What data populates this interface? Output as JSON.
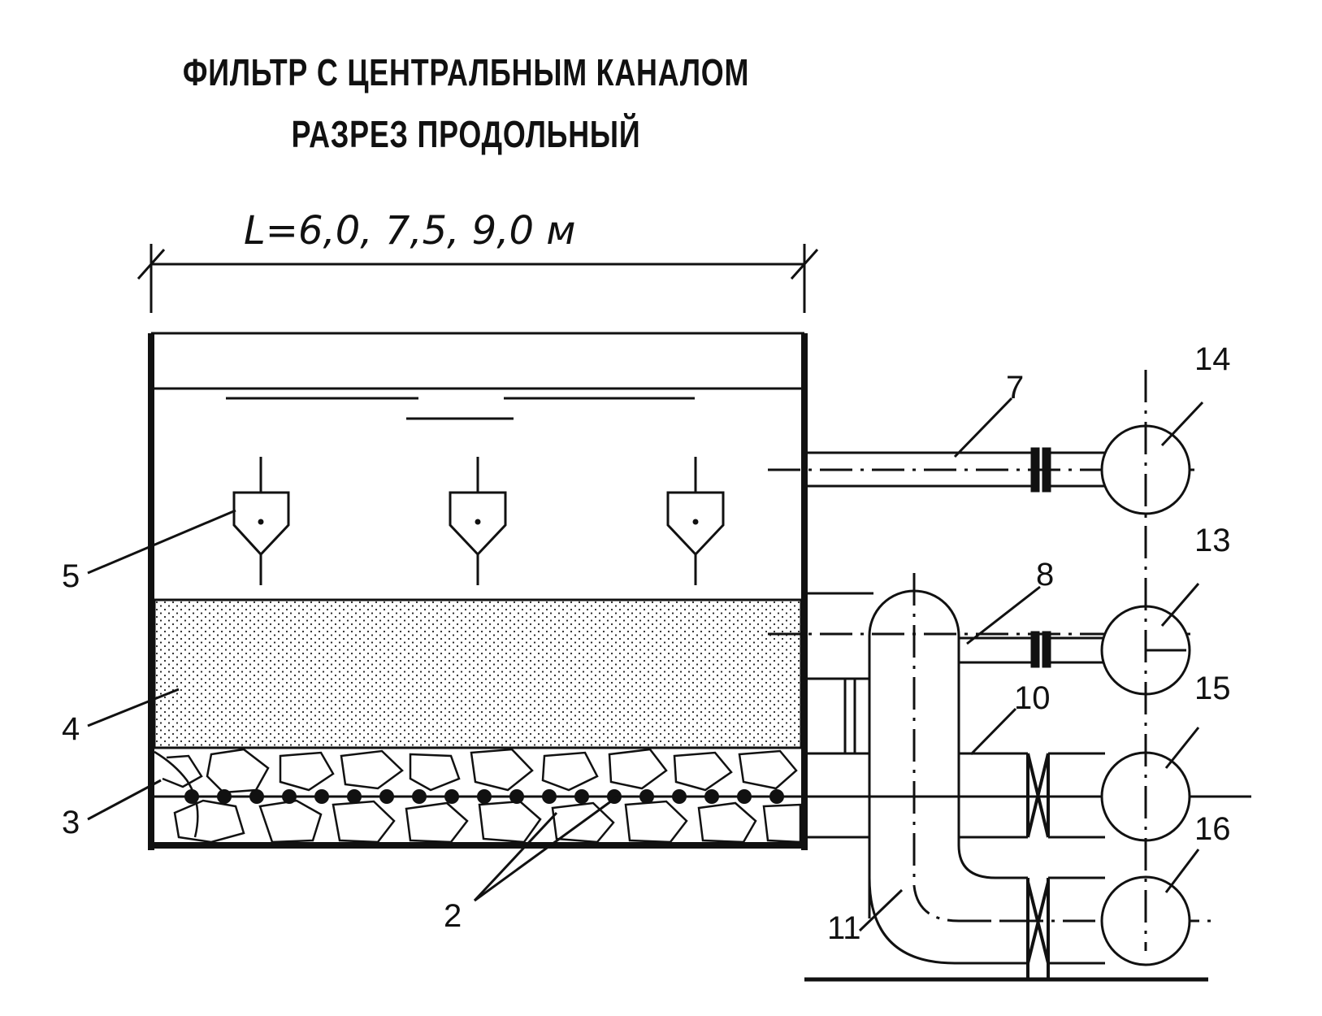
{
  "title": {
    "line1": "ФИЛЬТР С ЦЕНТРАЛБНЫМ КАНАЛОМ",
    "line2": "РАЗРЕЗ ПРОДОЛЬНЫЙ"
  },
  "dimension": {
    "text": "L=6,0,  7,5,  9,0  м"
  },
  "labels": {
    "l2": "2",
    "l3": "3",
    "l4": "4",
    "l5": "5",
    "l7": "7",
    "l8": "8",
    "l10": "10",
    "l11": "11",
    "l13": "13",
    "l14": "14",
    "l15": "15",
    "l16": "16"
  },
  "colors": {
    "ink": "#111111",
    "paper": "#ffffff"
  }
}
